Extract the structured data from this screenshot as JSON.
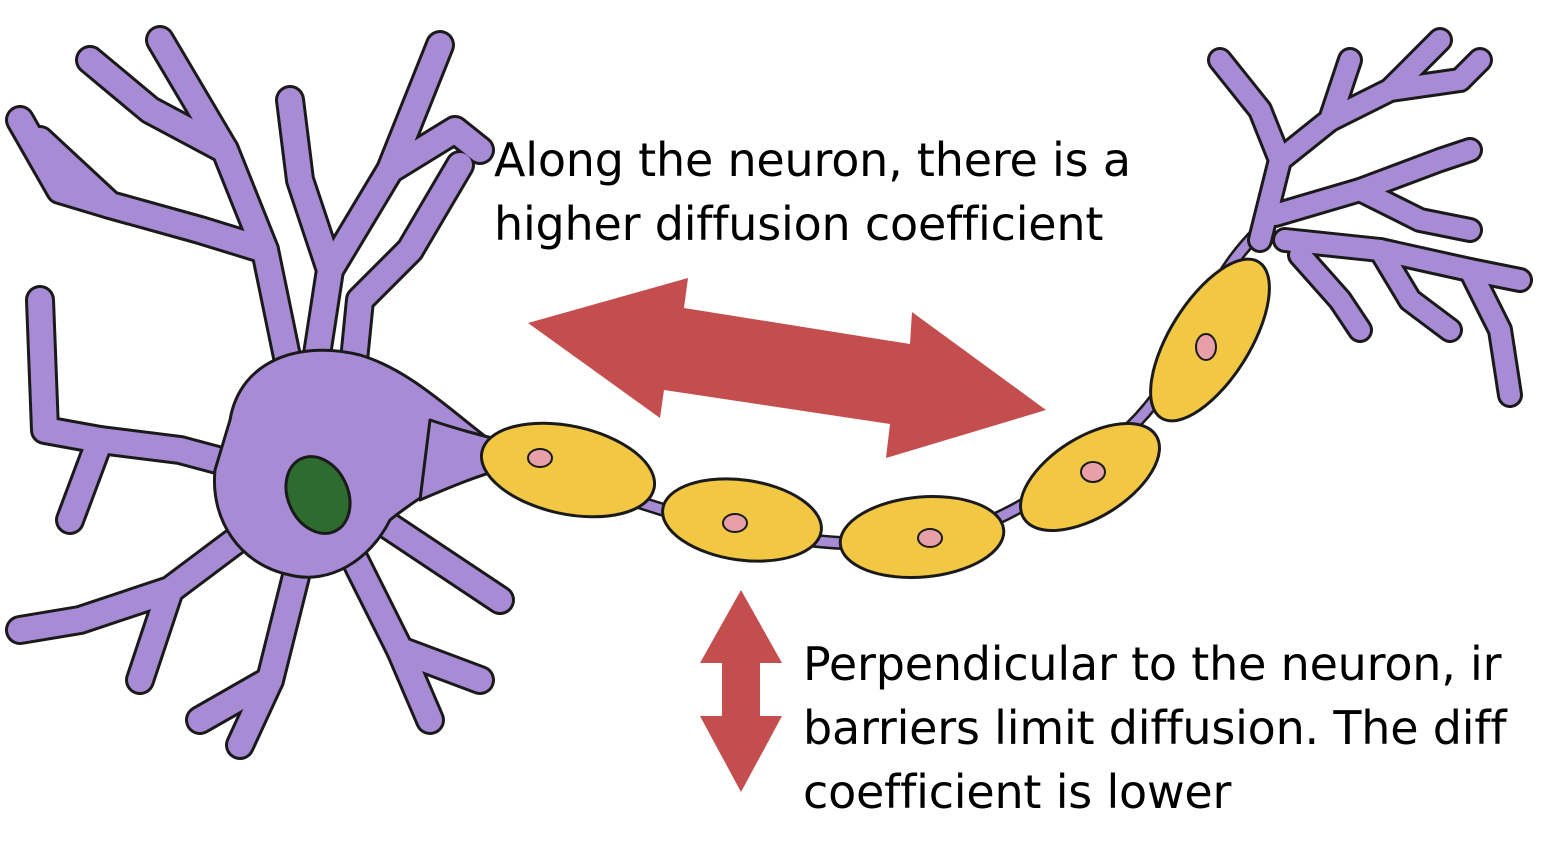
{
  "captions": {
    "along": {
      "line1": "Along the neuron, there is a",
      "line2": "higher diffusion coefficient"
    },
    "perpendicular": {
      "line1": "Perpendicular to the neuron, ir",
      "line2": "barriers limit diffusion. The diff",
      "line3": "coefficient is lower"
    }
  },
  "colors": {
    "neuron": "#a78bd4",
    "nucleus": "#2e6b2e",
    "myelin": "#f2c744",
    "schwann_nucleus": "#e8a0a8",
    "arrow": "#c44e4e",
    "outline": "#1a1a1a"
  }
}
